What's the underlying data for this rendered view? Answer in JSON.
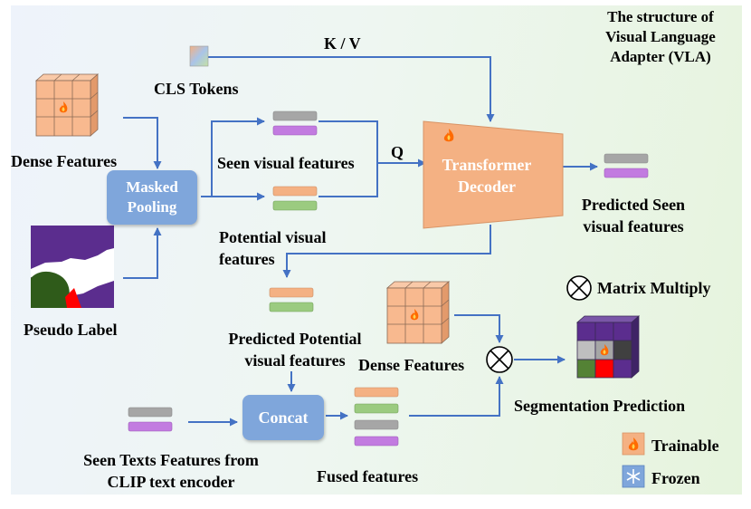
{
  "title": "The structure of Visual Language Adapter (VLA)",
  "labels": {
    "kv": "K / V",
    "q": "Q",
    "cls_tokens": "CLS Tokens",
    "dense_features_top": "Dense Features",
    "pseudo_label": "Pseudo Label",
    "masked_pooling": "Masked Pooling",
    "seen_visual": "Seen visual features",
    "potential_visual": "Potential visual features",
    "transformer_decoder": "Transformer Decoder",
    "predicted_seen": "Predicted Seen visual features",
    "predicted_potential": "Predicted Potential visual features",
    "dense_features_mid": "Dense Features",
    "matrix_multiply": "Matrix Multiply",
    "segmentation_prediction": "Segmentation Prediction",
    "concat": "Concat",
    "seen_texts": "Seen Texts Features from CLIP text encoder",
    "fused_features": "Fused features",
    "trainable": "Trainable",
    "frozen": "Frozen"
  },
  "icons": {
    "trainable": "fire-icon",
    "frozen": "snowflake-icon",
    "multiply": "circle-times-icon"
  },
  "colors": {
    "arrow": "#4472c4",
    "module_blue": "#7fa6db",
    "decoder_orange": "#f4b183",
    "cube_orange": "#f8b98f",
    "feature_gray": "#a6a6a6",
    "feature_purple": "#c27be0",
    "feature_orange": "#f4b183",
    "feature_green": "#9bcb80",
    "pseudo_purple": "#5b2d8e",
    "pseudo_green": "#2f5b1a",
    "pseudo_red": "#ff0000"
  }
}
